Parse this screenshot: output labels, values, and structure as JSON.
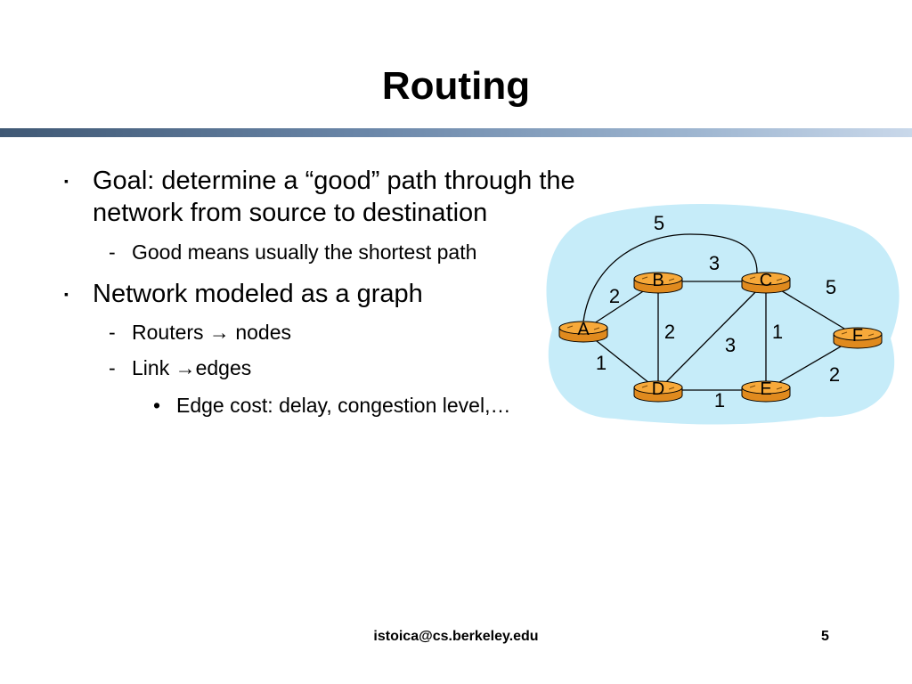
{
  "slide": {
    "title": "Routing",
    "bullets": [
      {
        "text_line1": "Goal: determine a “good” path through the",
        "text_line2": "network from source to destination"
      },
      {
        "text": "Network modeled as a graph"
      }
    ],
    "sub_bullets": [
      {
        "text": "Good means usually the shortest path"
      },
      {
        "text": "Routers → nodes"
      },
      {
        "text": "Link →edges"
      }
    ],
    "subsub_bullets": [
      {
        "text": "Edge cost: delay, congestion level,…"
      }
    ],
    "footer": {
      "email": "istoica@cs.berkeley.edu",
      "page": "5"
    }
  },
  "graph": {
    "nodes": [
      {
        "id": "A",
        "label": "A"
      },
      {
        "id": "B",
        "label": "B"
      },
      {
        "id": "C",
        "label": "C"
      },
      {
        "id": "D",
        "label": "D"
      },
      {
        "id": "E",
        "label": "E"
      },
      {
        "id": "F",
        "label": "F"
      }
    ],
    "edges": [
      {
        "from": "A",
        "to": "B",
        "cost": "2"
      },
      {
        "from": "A",
        "to": "D",
        "cost": "1"
      },
      {
        "from": "A",
        "to": "C",
        "cost": "5"
      },
      {
        "from": "B",
        "to": "C",
        "cost": "3"
      },
      {
        "from": "B",
        "to": "D",
        "cost": "2"
      },
      {
        "from": "C",
        "to": "D",
        "cost": "3"
      },
      {
        "from": "C",
        "to": "E",
        "cost": "1"
      },
      {
        "from": "C",
        "to": "F",
        "cost": "5"
      },
      {
        "from": "D",
        "to": "E",
        "cost": "1"
      },
      {
        "from": "E",
        "to": "F",
        "cost": "2"
      }
    ],
    "colors": {
      "cloud": "#c6ecf9",
      "node_fill": "#f7a93a",
      "node_stroke": "#000000"
    }
  }
}
